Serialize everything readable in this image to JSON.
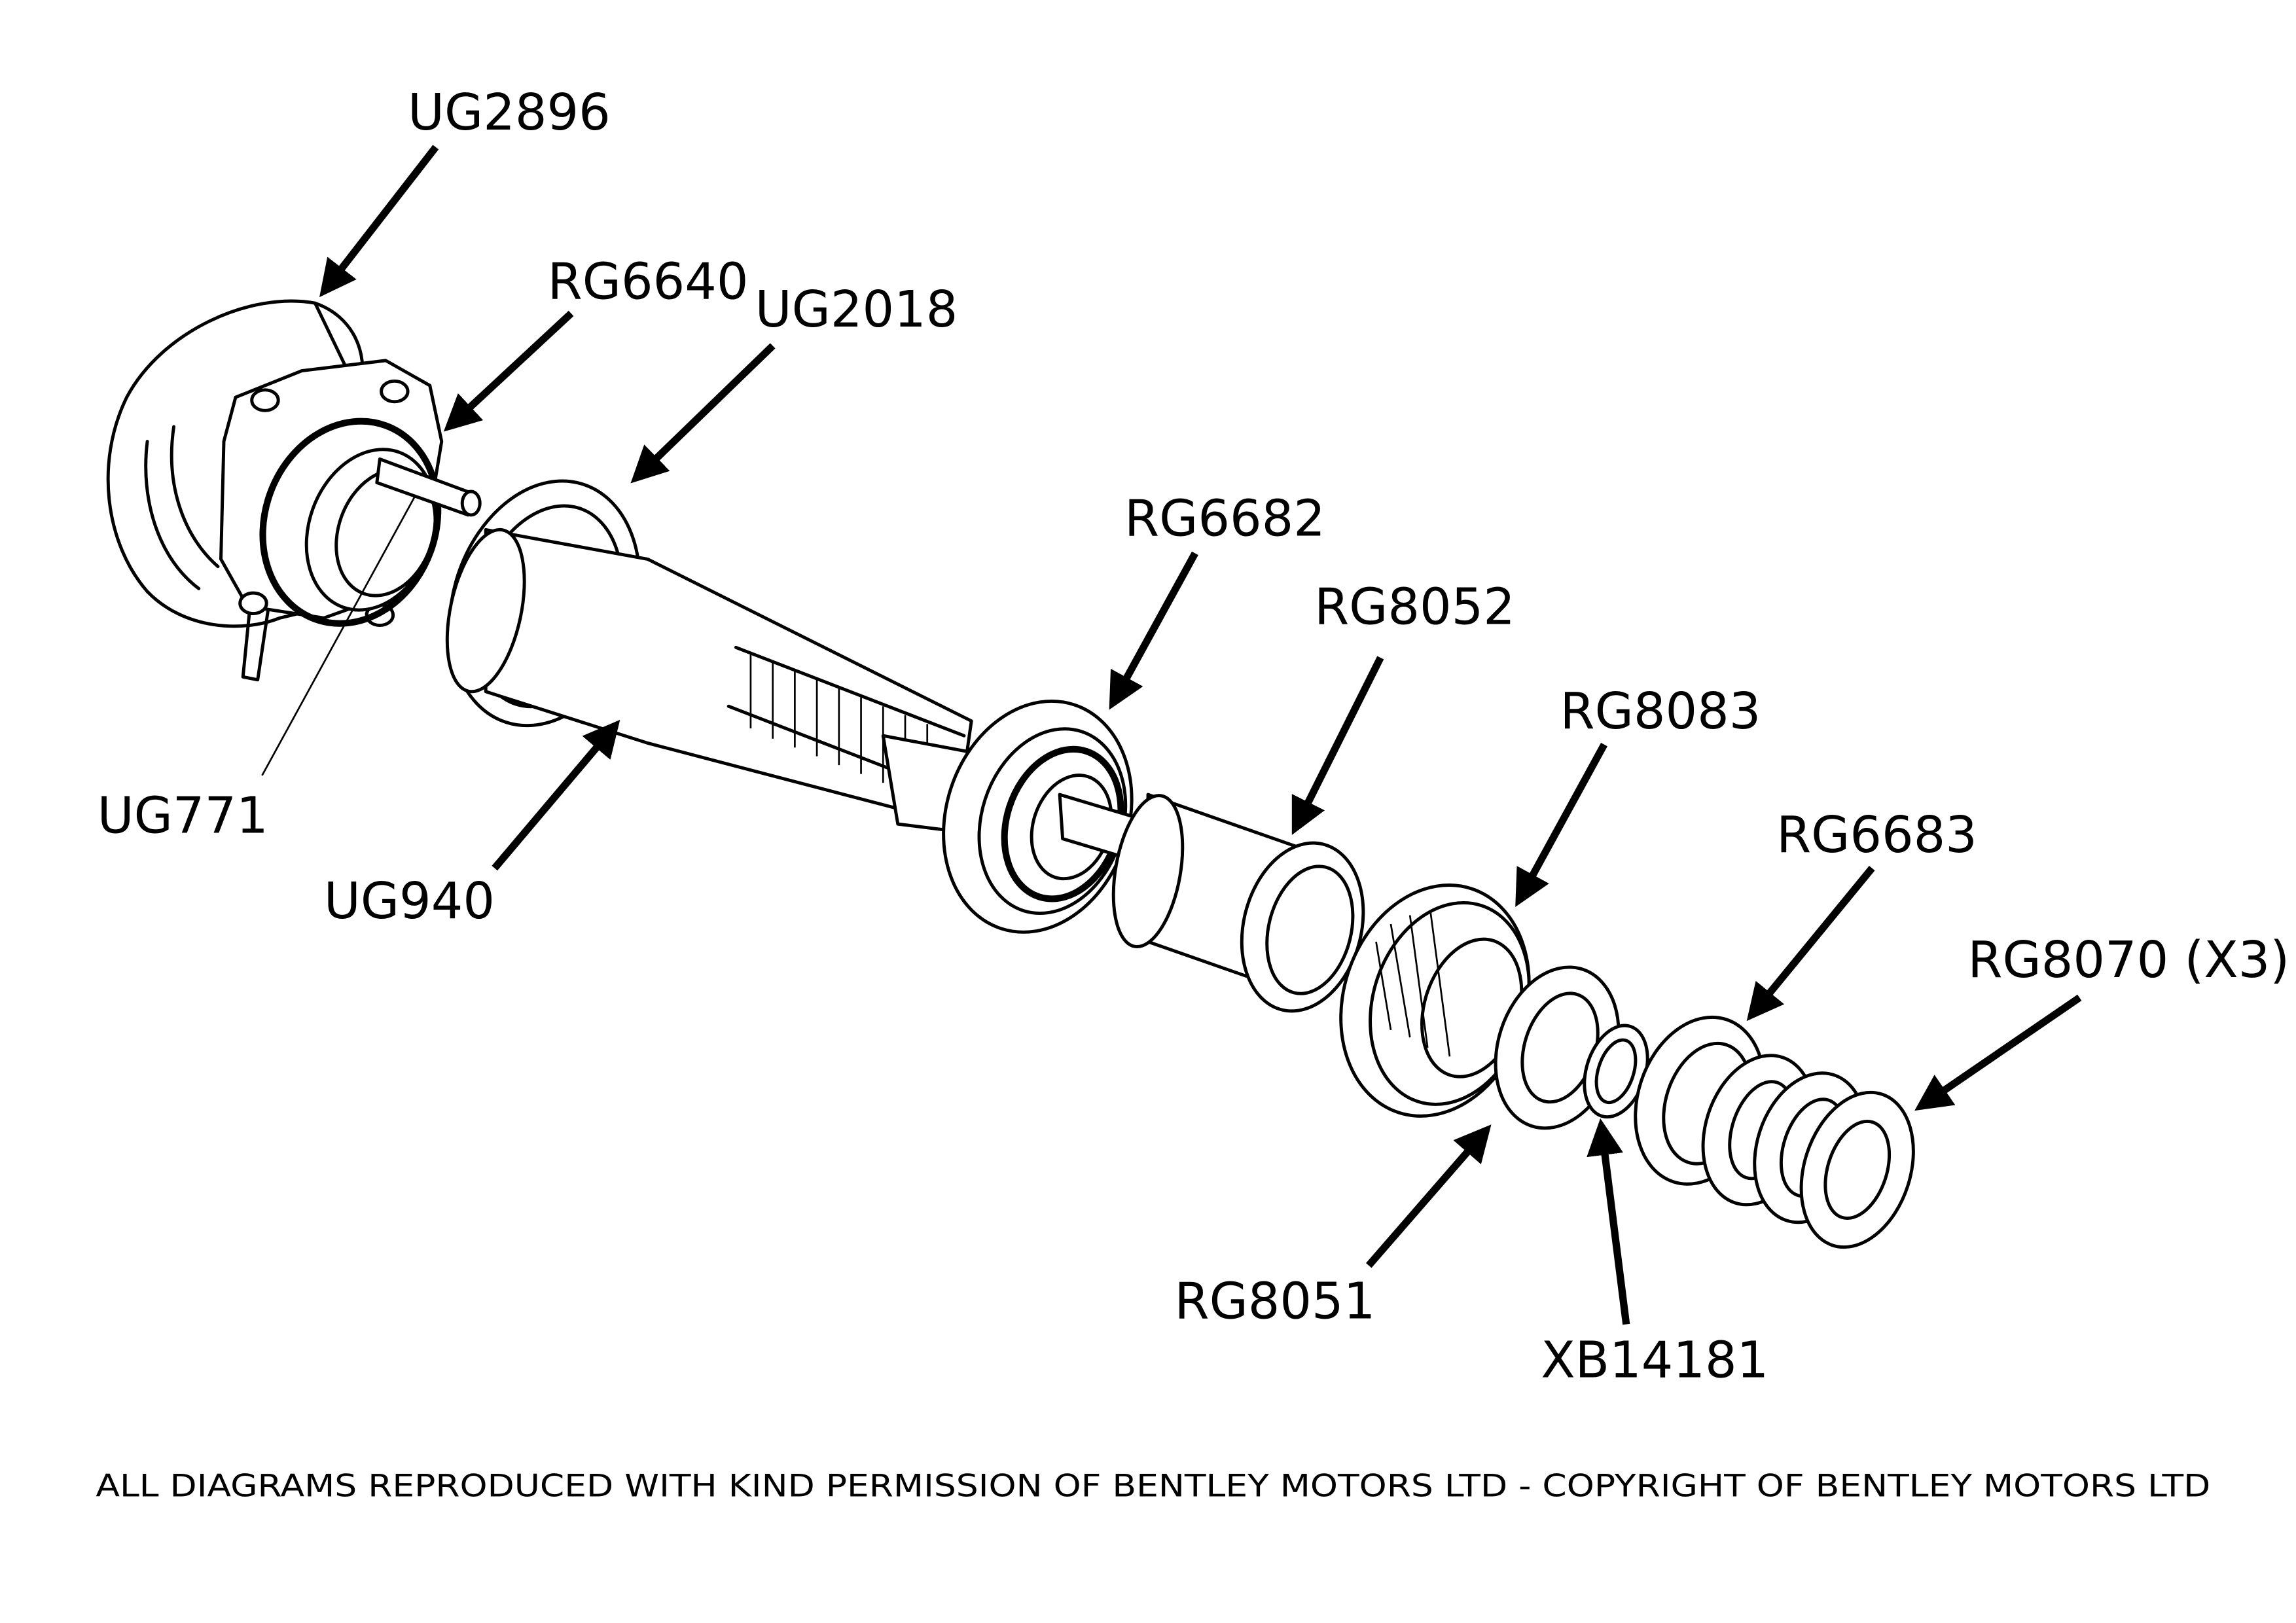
{
  "parts": {
    "ug2896": "UG2896",
    "rg6640": "RG6640",
    "ug2018": "UG2018",
    "ug771": "UG771",
    "ug940": "UG940",
    "rg6682": "RG6682",
    "rg8052": "RG8052",
    "rg8083": "RG8083",
    "rg6683": "RG6683",
    "rg8070": "RG8070 (X3)",
    "rg8051": "RG8051",
    "xb14181": "XB14181"
  },
  "footer": {
    "copyright": "ALL DIAGRAMS REPRODUCED WITH KIND PERMISSION OF BENTLEY MOTORS LTD - COPYRIGHT OF BENTLEY MOTORS LTD"
  }
}
